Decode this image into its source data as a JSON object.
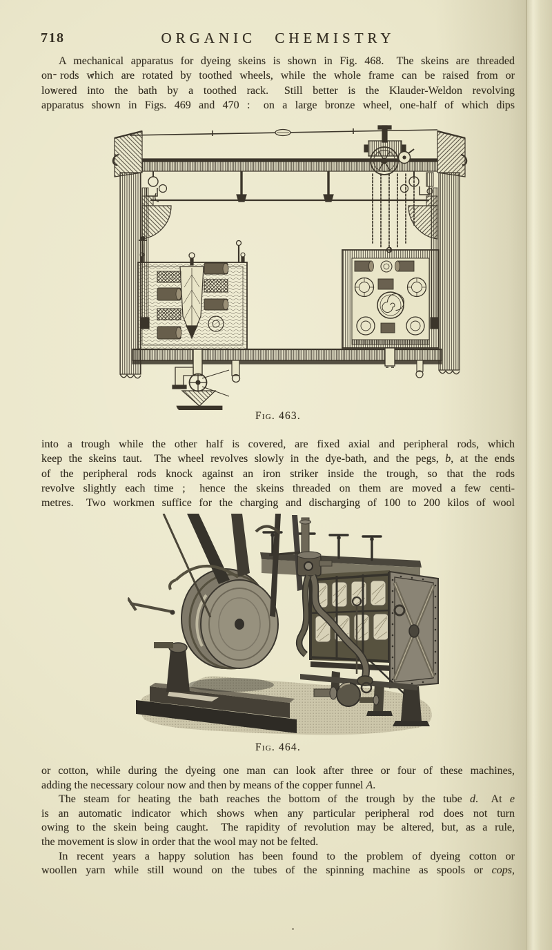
{
  "header": {
    "page_number": "718",
    "title": "ORGANIC CHEMISTRY"
  },
  "content": {
    "p1": {
      "l1": "A mechanical apparatus for dyeing skeins is shown in Fig. 468.  The skeins are threaded",
      "l2": "on rods which are rotated by toothed wheels, while the whole frame can be raised from or",
      "l3": "lowered into the bath by a toothed rack.  Still better is the Klauder-Weldon revolving",
      "l4": "apparatus shown in Figs. 469 and 470 :  on a large bronze wheel, one-half of which dips"
    },
    "p2": {
      "l1": "into a trough while the other half is covered, are fixed axial and peripheral rods, which",
      "l2a": "keep the skeins taut.  The wheel revolves slowly in the dye-bath, and the pegs, ",
      "l2b": "b",
      "l2c": ", at the ends",
      "l3": "of the peripheral rods knock against an iron striker inside the trough, so that the rods",
      "l4": "revolve slightly each time ;  hence the skeins threaded on them are moved a few centi-",
      "l5": "metres.  Two workmen suffice for the charging and discharging of 100 to 200 kilos of wool"
    },
    "p3": {
      "l1": "or cotton, while during the dyeing one man can look after three or four of these machines,",
      "l2a": "adding the necessary colour now and then by means of the copper funnel ",
      "l2b": "A",
      "l2c": "."
    },
    "p4": {
      "l1a": "The steam for heating the bath reaches the bottom of the trough by the tube ",
      "l1b": "d",
      "l1c": ".  At ",
      "l1d": "e",
      "l2": "is an automatic indicator which shows when any particular peripheral rod does not turn",
      "l3": "owing to the skein being caught.  The rapidity of revolution may be altered, but, as a rule,",
      "l4": "the movement is slow in order that the wool may not be felted."
    },
    "p5": {
      "l1": "In recent years a happy solution has been found to the problem of dyeing cotton or",
      "l2a": "woollen yarn while still wound on the tubes of the spinning machine as spools or ",
      "l2b": "cops",
      "l2c": ","
    }
  },
  "figures": {
    "fig463": {
      "label": "Fig. 463.",
      "alt": "Engraving of a skein-dyeing machine: lifting frame with toothed rack and gear crank, chains suspending a vat of skein drums beside a second vat with rollers"
    },
    "fig464": {
      "label": "Fig. 464.",
      "alt": "Halftone photograph of a Klauder-Weldon dyeing machine with large drive pulley, steam piping and a vat holding rows of white cops"
    }
  }
}
